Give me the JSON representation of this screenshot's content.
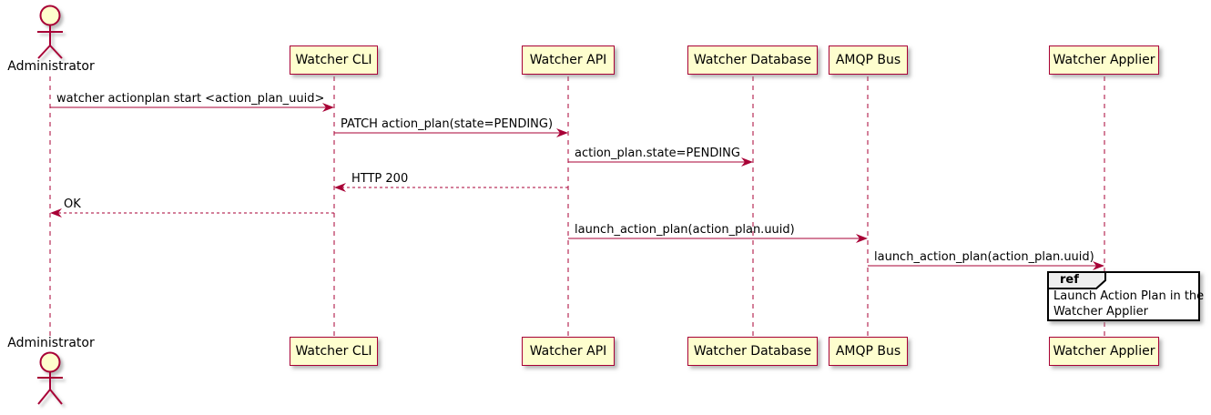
{
  "actor": {
    "name": "Administrator"
  },
  "participants": [
    {
      "name": "Watcher CLI"
    },
    {
      "name": "Watcher API"
    },
    {
      "name": "Watcher Database"
    },
    {
      "name": "AMQP Bus"
    },
    {
      "name": "Watcher Applier"
    }
  ],
  "messages": [
    {
      "text": "watcher actionplan start <action_plan_uuid>",
      "from": "Administrator",
      "to": "Watcher CLI",
      "style": "solid"
    },
    {
      "text": "PATCH action_plan(state=PENDING)",
      "from": "Watcher CLI",
      "to": "Watcher API",
      "style": "solid"
    },
    {
      "text": "action_plan.state=PENDING",
      "from": "Watcher API",
      "to": "Watcher Database",
      "style": "solid"
    },
    {
      "text": "HTTP 200",
      "from": "Watcher API",
      "to": "Watcher CLI",
      "style": "dashed-return"
    },
    {
      "text": "OK",
      "from": "Watcher CLI",
      "to": "Administrator",
      "style": "dashed-return"
    },
    {
      "text": "launch_action_plan(action_plan.uuid)",
      "from": "Watcher API",
      "to": "AMQP Bus",
      "style": "solid"
    },
    {
      "text": "launch_action_plan(action_plan.uuid)",
      "from": "AMQP Bus",
      "to": "Watcher Applier",
      "style": "solid"
    }
  ],
  "ref": {
    "label": "ref",
    "lines": [
      "Launch Action Plan in the",
      "Watcher Applier"
    ]
  },
  "colors": {
    "accent": "#A80036",
    "participant_fill": "#FEFECE",
    "ref_tab_fill": "#EEEEEE",
    "ref_border": "#000000",
    "text": "#000000"
  }
}
